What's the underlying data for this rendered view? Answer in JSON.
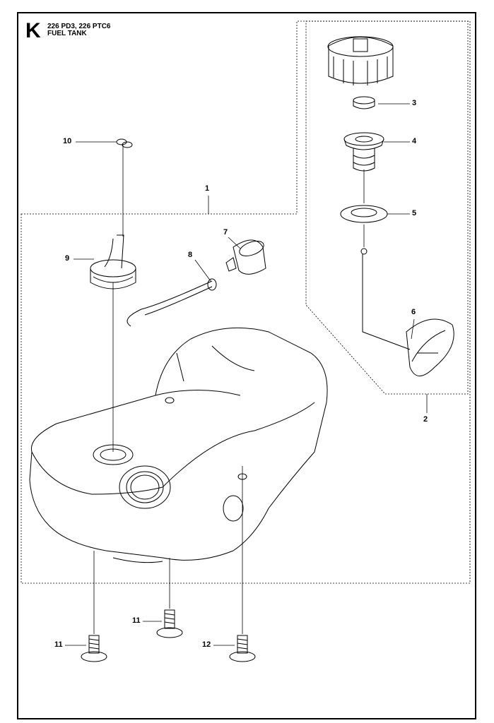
{
  "header": {
    "section_letter": "K",
    "model": "226 PD3, 226 PTC6",
    "title": "FUEL TANK"
  },
  "callouts": [
    {
      "id": "1",
      "label": "1"
    },
    {
      "id": "2",
      "label": "2"
    },
    {
      "id": "3",
      "label": "3"
    },
    {
      "id": "4",
      "label": "4"
    },
    {
      "id": "5",
      "label": "5"
    },
    {
      "id": "6",
      "label": "6"
    },
    {
      "id": "7",
      "label": "7"
    },
    {
      "id": "8",
      "label": "8"
    },
    {
      "id": "9",
      "label": "9"
    },
    {
      "id": "10",
      "label": "10"
    },
    {
      "id": "11a",
      "label": "11"
    },
    {
      "id": "11b",
      "label": "11"
    },
    {
      "id": "12",
      "label": "12"
    }
  ]
}
